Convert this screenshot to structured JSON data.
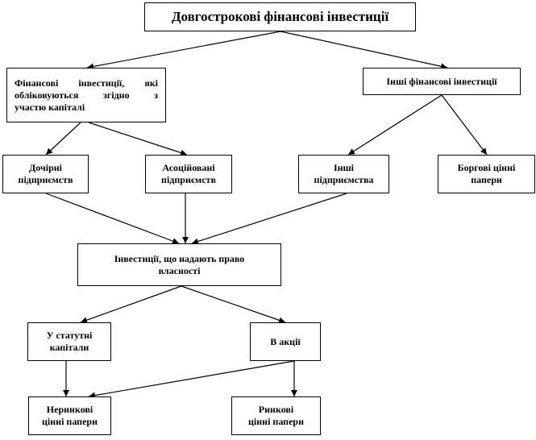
{
  "boxes": {
    "root": {
      "lines": [
        "Довгострокові фінансові інвестиції"
      ]
    },
    "equity_method": {
      "lines": [
        "Фінансові інвестиції, які",
        "обліковуються згідно з",
        "участю капіталі"
      ]
    },
    "other_fin": {
      "lines": [
        "Інші фінансові інвестиції"
      ]
    },
    "subsidiaries": {
      "lines": [
        "Дочірні",
        "підприємств"
      ]
    },
    "associates": {
      "lines": [
        "Асоційовані",
        "підприємств"
      ]
    },
    "other_enterprises": {
      "lines": [
        "Інші",
        "підприємства"
      ]
    },
    "debt_securities": {
      "lines": [
        "Боргові цінні",
        "папери"
      ]
    },
    "ownership": {
      "lines": [
        "Інвестиції, що надають право",
        "власності"
      ]
    },
    "charter_capital": {
      "lines": [
        "У статутні",
        "капітали"
      ]
    },
    "shares": {
      "lines": [
        "В акції"
      ]
    },
    "non_market": {
      "lines": [
        "Неринкові",
        "цінні папери"
      ]
    },
    "market": {
      "lines": [
        "Ринкові",
        "цінні папери"
      ]
    }
  },
  "colors": {
    "stroke": "#000000",
    "background": "#ffffff"
  }
}
